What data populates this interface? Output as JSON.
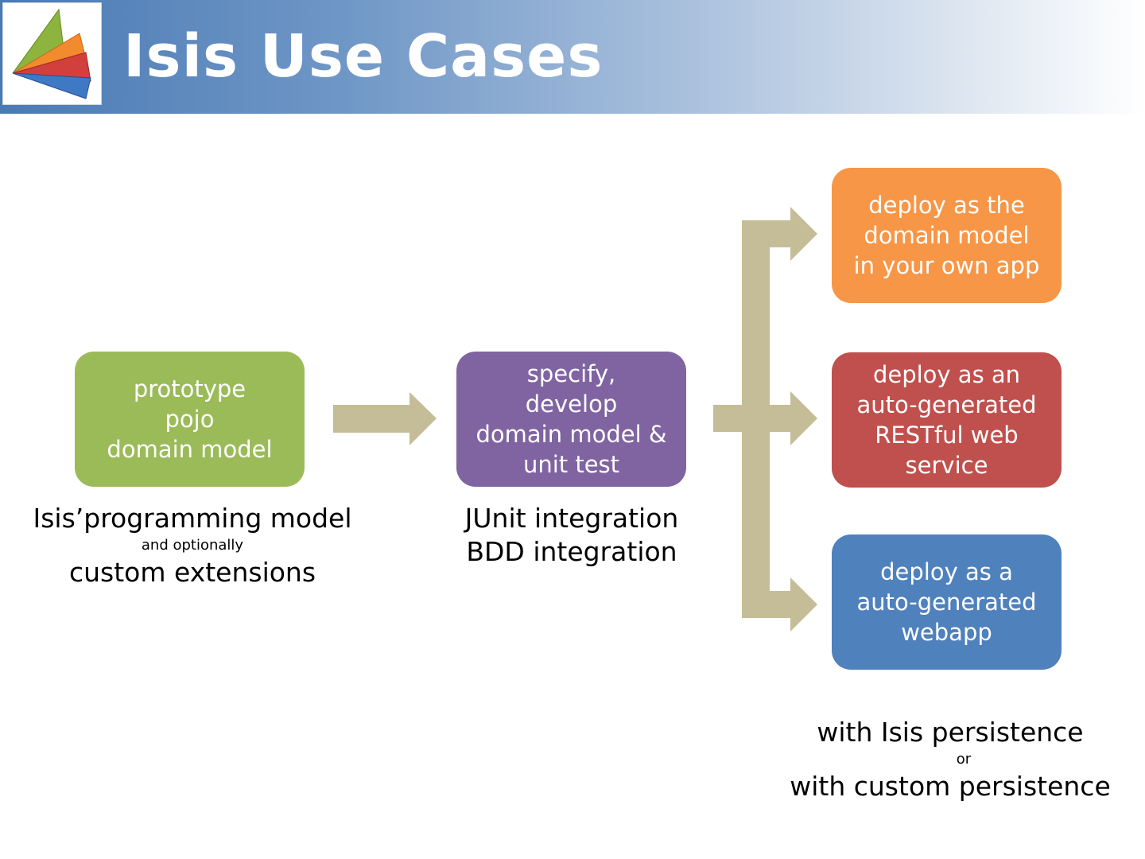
{
  "slide": {
    "title": "Isis Use Cases"
  },
  "nodes": {
    "prototype": "prototype\npojo\ndomain model",
    "specify": "specify,\ndevelop\ndomain model &\nunit test",
    "deploy_app": "deploy as the\ndomain model\nin your own app",
    "deploy_rest": "deploy as an\nauto-generated\nRESTful web\nservice",
    "deploy_webapp": "deploy as a\nauto-generated\nwebapp"
  },
  "captions": {
    "left": {
      "line1": "Isis’programming model",
      "line2": "and optionally",
      "line3": "custom extensions"
    },
    "middle": {
      "line1": "JUnit integration",
      "line2": "BDD integration"
    },
    "right": {
      "line1": "with Isis persistence",
      "line2": "or",
      "line3": "with custom persistence"
    }
  },
  "colors": {
    "green": "#9bbb59",
    "purple": "#8064a2",
    "orange": "#f79646",
    "red": "#c0504d",
    "blue": "#4f81bd",
    "arrow": "#c4bd97"
  }
}
